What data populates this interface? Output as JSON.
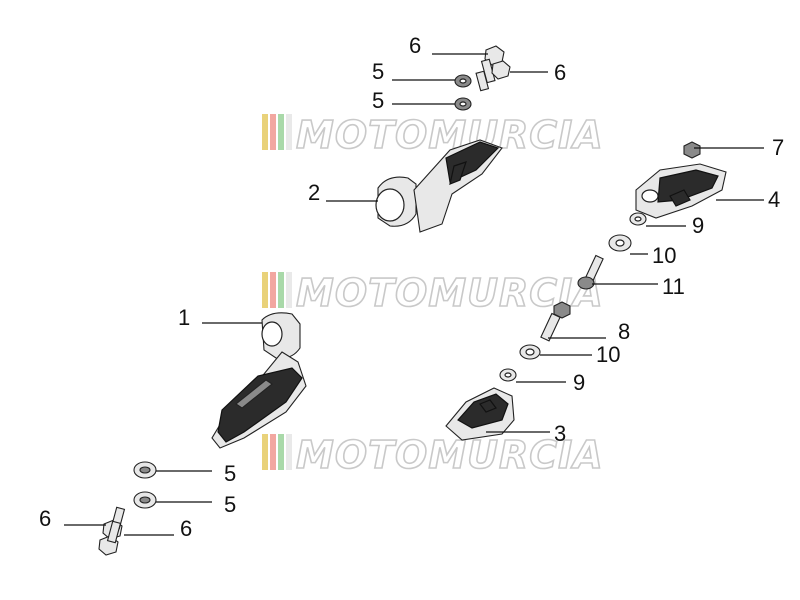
{
  "watermark": {
    "text": "MOTOMURCIA",
    "stripe_colors": [
      "#e9d27a",
      "#f2a7a0",
      "#a9d9a9",
      "#e9e9e9"
    ]
  },
  "callouts": [
    {
      "id": "c-6-top-left",
      "label": "6"
    },
    {
      "id": "c-6-top-right",
      "label": "6"
    },
    {
      "id": "c-5-top-a",
      "label": "5"
    },
    {
      "id": "c-5-top-b",
      "label": "5"
    },
    {
      "id": "c-2",
      "label": "2"
    },
    {
      "id": "c-7",
      "label": "7"
    },
    {
      "id": "c-4",
      "label": "4"
    },
    {
      "id": "c-9-top",
      "label": "9"
    },
    {
      "id": "c-10-top",
      "label": "10"
    },
    {
      "id": "c-11",
      "label": "11"
    },
    {
      "id": "c-1",
      "label": "1"
    },
    {
      "id": "c-8",
      "label": "8"
    },
    {
      "id": "c-10-bottom",
      "label": "10"
    },
    {
      "id": "c-9-bottom",
      "label": "9"
    },
    {
      "id": "c-3",
      "label": "3"
    },
    {
      "id": "c-5-bottom-a",
      "label": "5"
    },
    {
      "id": "c-5-bottom-b",
      "label": "5"
    },
    {
      "id": "c-6-bottom-left",
      "label": "6"
    },
    {
      "id": "c-6-bottom-right",
      "label": "6"
    }
  ]
}
